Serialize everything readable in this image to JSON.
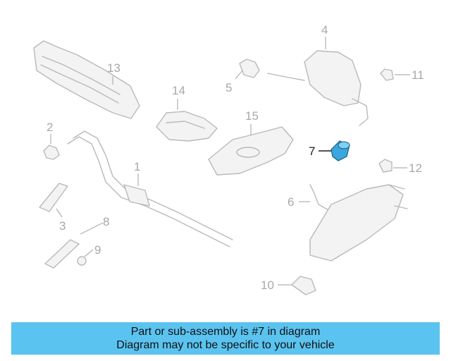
{
  "highlight_color": "#5bc3f0",
  "highlighted_part_color": "#3aa6de",
  "callouts": {
    "c1": "1",
    "c2": "2",
    "c3": "3",
    "c4": "4",
    "c5": "5",
    "c6": "6",
    "c7": "7",
    "c8": "8",
    "c9": "9",
    "c10": "10",
    "c11": "11",
    "c12": "12",
    "c13": "13",
    "c14": "14",
    "c15": "15"
  },
  "highlighted_callout": "7",
  "banner": {
    "line1": "Part or sub-assembly is #7 in diagram",
    "line2": "Diagram may not be specific to your vehicle"
  }
}
